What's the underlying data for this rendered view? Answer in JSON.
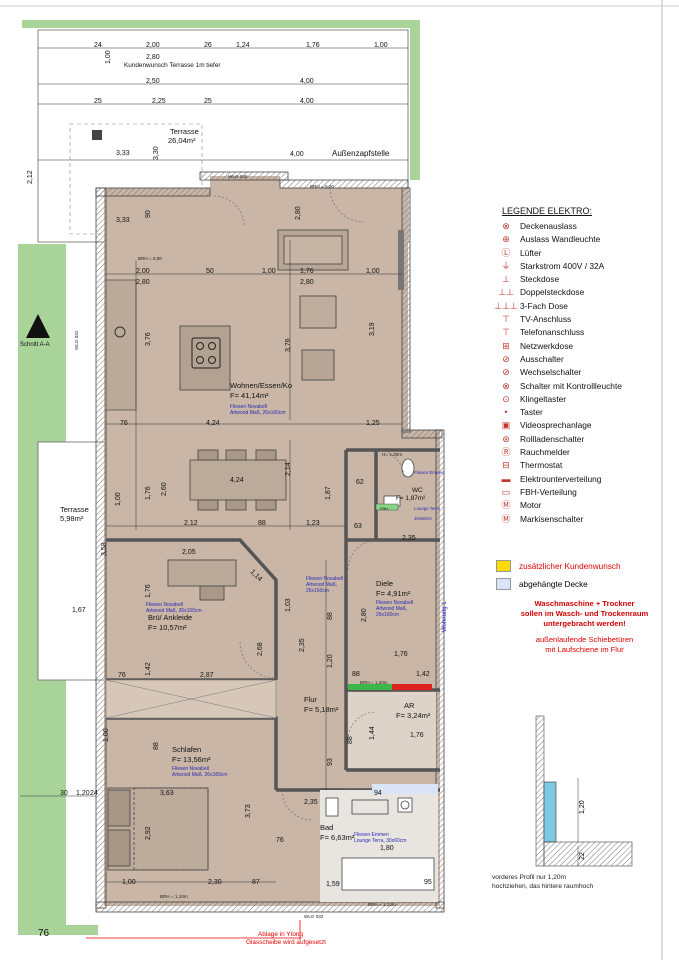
{
  "dimensions": {
    "top_row": [
      "24",
      "2,00",
      "26",
      "1,24",
      "1,76",
      "1,00"
    ],
    "row2": [
      "2,80"
    ],
    "row3": [
      "2,50",
      "4,00"
    ],
    "row4": [
      "25",
      "2,25",
      "25",
      "4,00"
    ],
    "terrace_dims": [
      "3,33",
      "3,30",
      "4,00",
      "3,33",
      "90",
      "2,80",
      "1,00"
    ],
    "living_dims": [
      "2,00",
      "2,80",
      "50",
      "1,00",
      "1,76",
      "1,00",
      "2,80",
      "3,76",
      "3,76",
      "4,24",
      "4,24",
      "1,25",
      "3,19",
      "76"
    ],
    "dining_dims": [
      "2,12",
      "88",
      "1,23",
      "2,60",
      "2,14",
      "1,87",
      "1,76",
      "63",
      "62",
      "2,35"
    ],
    "left_dims": [
      "3,58",
      "1,67",
      "1,00",
      "1,76"
    ],
    "mid_dims": [
      "2,05",
      "1,14",
      "2,87",
      "2,68",
      "76",
      "1,42",
      "1,03",
      "2,35",
      "1,20",
      "88",
      "93",
      "2,80",
      "88",
      "1,76",
      "1,42"
    ],
    "lower_dims": [
      "88",
      "1,00",
      "3,63",
      "2,92",
      "3,73",
      "1,00",
      "2,30",
      "87",
      "76",
      "2,35",
      "1,80",
      "94",
      "1,59",
      "95",
      "1,76",
      "1,44",
      "88"
    ],
    "left_edge": [
      "2,12",
      "30",
      "1,20",
      "24"
    ],
    "sill_labels": [
      "BRH = 0,00",
      "BRH = 1,10m",
      "BRH = 1,12m",
      "BRH = 0,00",
      "BRH = 1,20m",
      "H= 1,20m"
    ],
    "window_labels": [
      "WLG 032",
      "WLG 032",
      "WLG 032"
    ]
  },
  "plan": {
    "kundenwunsch": "Kundenwunsch Terrasse 1m tiefer",
    "terrasse_top_name": "Terrasse",
    "terrasse_top_area": "26,04m²",
    "aussenzapfstelle": "Außenzapfstelle",
    "schnitt": "Schnitt A-A",
    "terrasse_left_name": "Terrasse",
    "terrasse_left_area": "5,98m²",
    "rooms": {
      "wohnen_name": "Wohnen/Essen/Ko",
      "wohnen_area": "F= 41,14m²",
      "wohnen_floor1": "Fliesen Novabell",
      "wohnen_floor2": "Artwood Maß, 26x160cm",
      "bruero_name": "Brü/ Ankleide",
      "bruero_area": "F= 10,57m²",
      "bruero_floor1": "Fliesen Novabell",
      "bruero_floor2": "Artwood Maß, 26x160cm",
      "flur_name": "Flur",
      "flur_area": "F= 5,18m²",
      "flur_floor1": "Fliesen Novabell",
      "flur_floor2": "Artwood Maß,",
      "flur_floor3": "26x160cm",
      "diele_name": "Diele",
      "diele_area": "F= 4,91m²",
      "diele_floor1": "Fliesen Novabell",
      "diele_floor2": "Artwood Maß,",
      "diele_floor3": "26x160cm",
      "wc_name": "WC",
      "wc_area": "F= 1,87m²",
      "wc_floor1": "Fliesen Emmen",
      "wc_floor2": "Lounge Terra",
      "wc_floor3": "30x60cm",
      "ar_name": "AR",
      "ar_area": "F= 3,24m²",
      "schlafen_name": "Schlafen",
      "schlafen_area": "F= 13,56m²",
      "schlafen_floor1": "Fliesen Novabell",
      "schlafen_floor2": "Artwood Maß, 26x160cm",
      "bad_name": "Bad",
      "bad_area": "F= 6,63m²",
      "bad_floor1": "Fliesen Emmen",
      "bad_floor2": "Lounge Terra, 30x60cm"
    },
    "wohnung_label": "Wohnung 1",
    "page_number": "76",
    "ablage_line1": "Ablage in Ytong",
    "ablage_line2": "Glasscheibe wird aufgesetzt",
    "fbh_small": "FBH"
  },
  "legend": {
    "title": "LEGENDE ELEKTRO:",
    "items": [
      {
        "icon": "ceiling-outlet-icon",
        "glyph": "⊗",
        "label": "Deckenauslass"
      },
      {
        "icon": "wall-light-icon",
        "glyph": "⊕",
        "label": "Auslass Wandleuchte"
      },
      {
        "icon": "fan-icon",
        "glyph": "Ⓛ",
        "label": "Lüfter"
      },
      {
        "icon": "power-400v-icon",
        "glyph": "⏚",
        "label": "Starkstrom 400V / 32A"
      },
      {
        "icon": "socket-icon",
        "glyph": "⊥",
        "label": "Steckdose"
      },
      {
        "icon": "double-socket-icon",
        "glyph": "⊥⊥",
        "label": "Doppelsteckdose"
      },
      {
        "icon": "triple-socket-icon",
        "glyph": "⊥⊥⊥",
        "label": "3-Fach Dose"
      },
      {
        "icon": "tv-outlet-icon",
        "glyph": "⊤",
        "label": "TV-Anschluss"
      },
      {
        "icon": "phone-outlet-icon",
        "glyph": "⊤",
        "label": "Telefonanschluss"
      },
      {
        "icon": "network-socket-icon",
        "glyph": "⊞",
        "label": "Netzwerkdose"
      },
      {
        "icon": "switch-icon",
        "glyph": "⊘",
        "label": "Ausschalter"
      },
      {
        "icon": "changeover-switch-icon",
        "glyph": "⊘",
        "label": "Wechselschalter"
      },
      {
        "icon": "indicator-switch-icon",
        "glyph": "⊗",
        "label": "Schalter mit Kontrollleuchte"
      },
      {
        "icon": "bell-button-icon",
        "glyph": "⊙",
        "label": "Klingeltaster"
      },
      {
        "icon": "push-button-icon",
        "glyph": "•",
        "label": "Taster"
      },
      {
        "icon": "video-intercom-icon",
        "glyph": "▣",
        "label": "Videosprechanlage"
      },
      {
        "icon": "shutter-switch-icon",
        "glyph": "⊛",
        "label": "Rollladenschalter"
      },
      {
        "icon": "smoke-detector-icon",
        "glyph": "Ⓡ",
        "label": "Rauchmelder"
      },
      {
        "icon": "thermostat-icon",
        "glyph": "⊟",
        "label": "Thermostat"
      },
      {
        "icon": "distribution-board-icon",
        "glyph": "▬",
        "label": "Elektrounterverteilung"
      },
      {
        "icon": "floor-heating-icon",
        "glyph": "▭",
        "label": "FBH-Verteilung"
      },
      {
        "icon": "motor-icon",
        "glyph": "Ⓜ",
        "label": "Motor"
      },
      {
        "icon": "awning-switch-icon",
        "glyph": "Ⓜ",
        "label": "Markisenschalter"
      }
    ]
  },
  "extras": {
    "kundenwunsch_label": "zusätzlicher Kundenwunsch",
    "kundenwunsch_color": "#ffd900",
    "decke_label": "abgehängte Decke",
    "decke_color": "#dbe4f6",
    "note1_line1": "Waschmaschine + Trockner",
    "note1_line2": "sollen im Wasch- und Trockenraum",
    "note1_line3": "untergebracht werden!",
    "note2_line1": "außenlaufende Schiebetüren",
    "note2_line2": "mit Laufschiene im Flur"
  },
  "profile": {
    "dim1": "1,20",
    "dim2": "22",
    "caption_line1": "vorderes Profil nur 1,20m",
    "caption_line2": "hochziehen, das hintere raumhoch"
  },
  "colors": {
    "floor": "#c9b6a6",
    "wall": "#8a8a8a",
    "hatch": "#c9c9c9",
    "grass": "#a8d49a",
    "text_red": "#e00000",
    "text_blue": "#2a2ab5"
  }
}
